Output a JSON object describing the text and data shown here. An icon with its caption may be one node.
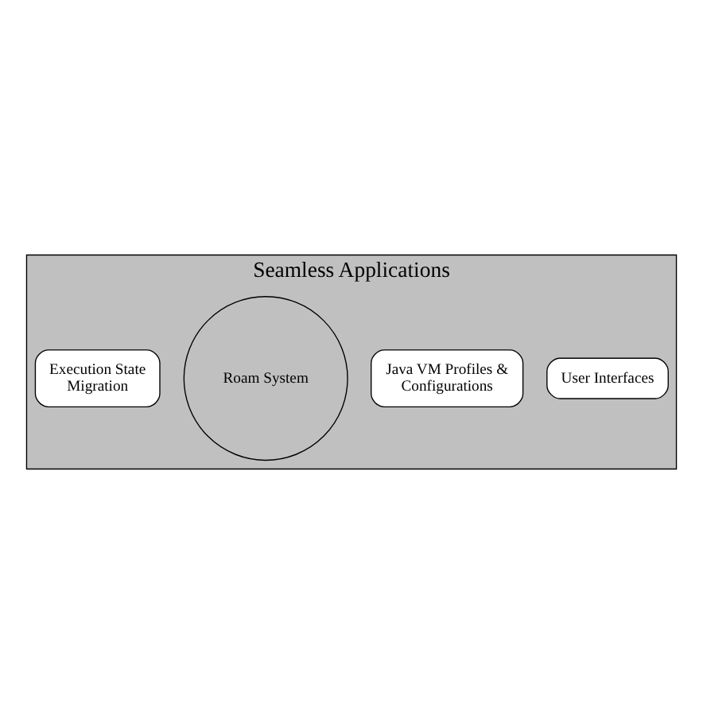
{
  "diagram": {
    "nodes": [
      {
        "text": [
          "Seamless Applications"
        ]
      },
      {
        "text": [
          "User Interfaces"
        ],
        "in": 0
      },
      {
        "text": [
          "Java VM Profiles & Configurations"
        ],
        "in": 0
      },
      {
        "text": [
          "Roam System"
        ],
        "in": 0
      },
      {
        "text": [
          "Execution State Migration"
        ],
        "in": 0
      }
    ]
  }
}
